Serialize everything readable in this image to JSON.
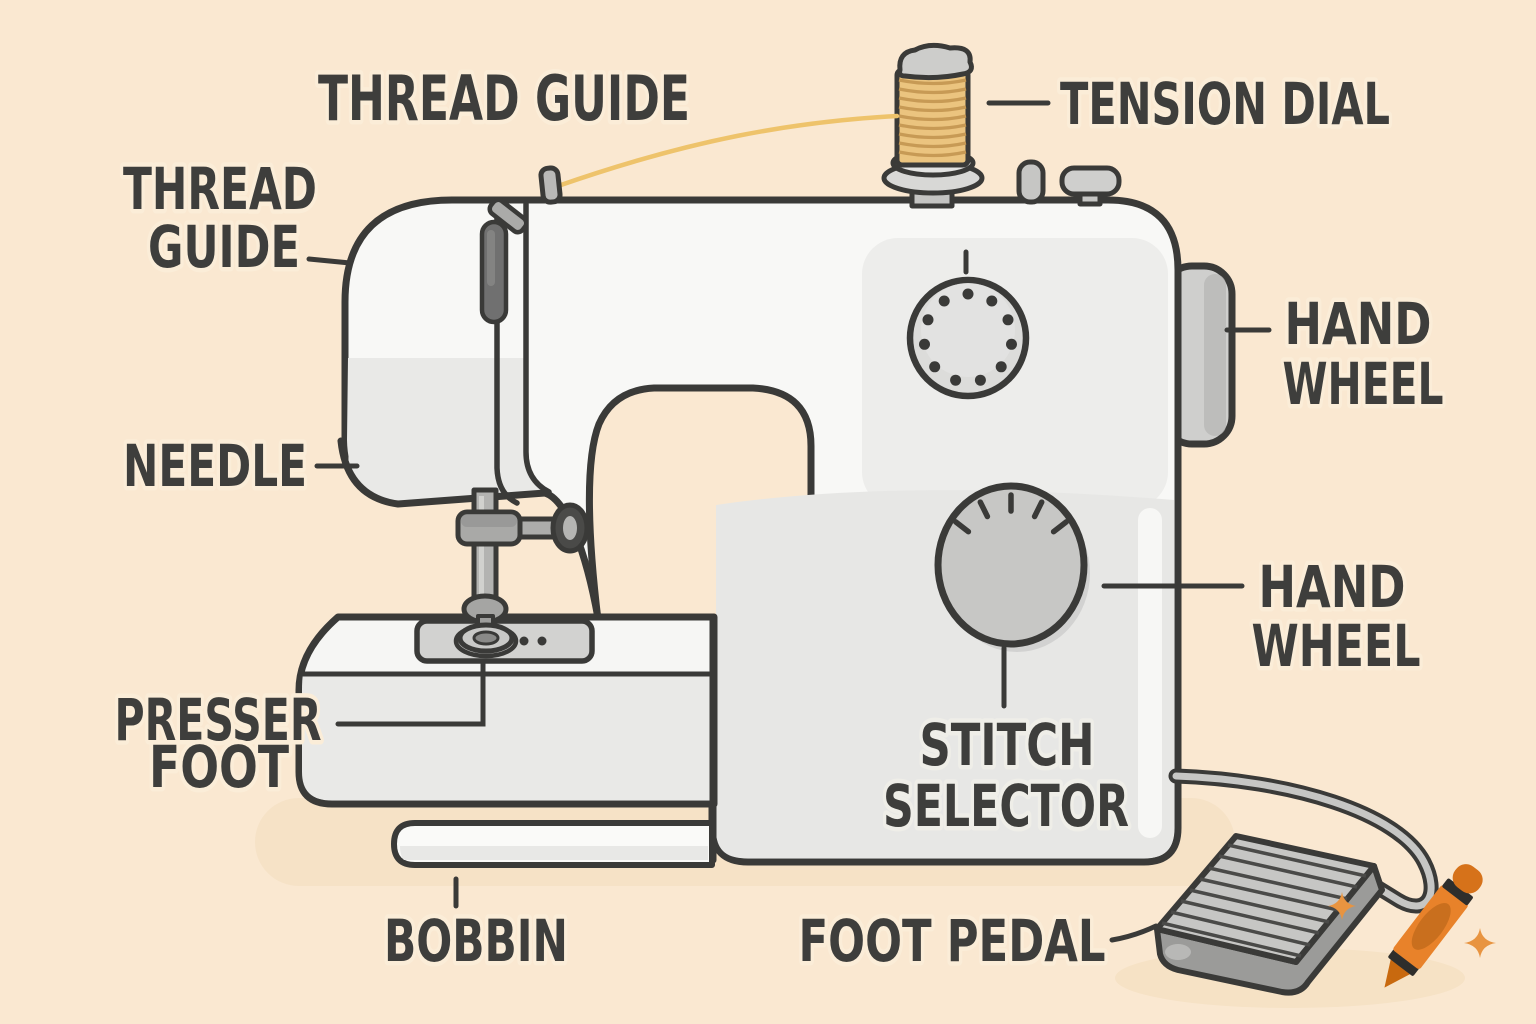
{
  "diagram": {
    "title": "THREAD GUIDE",
    "labels": {
      "thread_guide_left": {
        "line1": "THREAD",
        "line2": "GUIDE"
      },
      "needle": {
        "text": "NEEDLE"
      },
      "presser_foot": {
        "line1": "PRESSER",
        "line2": "FOOT"
      },
      "tension_dial": {
        "text": "TENSION DIAL"
      },
      "hand_wheel_upper": {
        "line1": "HAND",
        "line2": "WHEEL"
      },
      "hand_wheel_lower": {
        "line1": "HAND",
        "line2": "WHEEL"
      },
      "stitch_selector": {
        "line1": "STITCH",
        "line2": "SELECTOR"
      },
      "bobbin": {
        "text": "BOBBIN"
      },
      "foot_pedal": {
        "text": "FOOT PEDAL"
      }
    },
    "colors": {
      "background": "#FAE8D1",
      "outline": "#3A3A38",
      "text": "#3E3E3C",
      "machine_white": "#F8F8F6",
      "machine_gray": "#E8E8E6",
      "dial_gray": "#C7C7C5",
      "hand_wheel_gray": "#CFCFCD",
      "spool_tan": "#EBC47F",
      "spool_ridge": "#C79A55",
      "thread_yellow": "#EEC36B",
      "pedal_gray": "#C6C6C4",
      "crayon_orange": "#E8822A",
      "crayon_tip": "#C8690F",
      "sparkle_orange": "#E89440",
      "shadow_peach": "#F3DDBD"
    }
  }
}
